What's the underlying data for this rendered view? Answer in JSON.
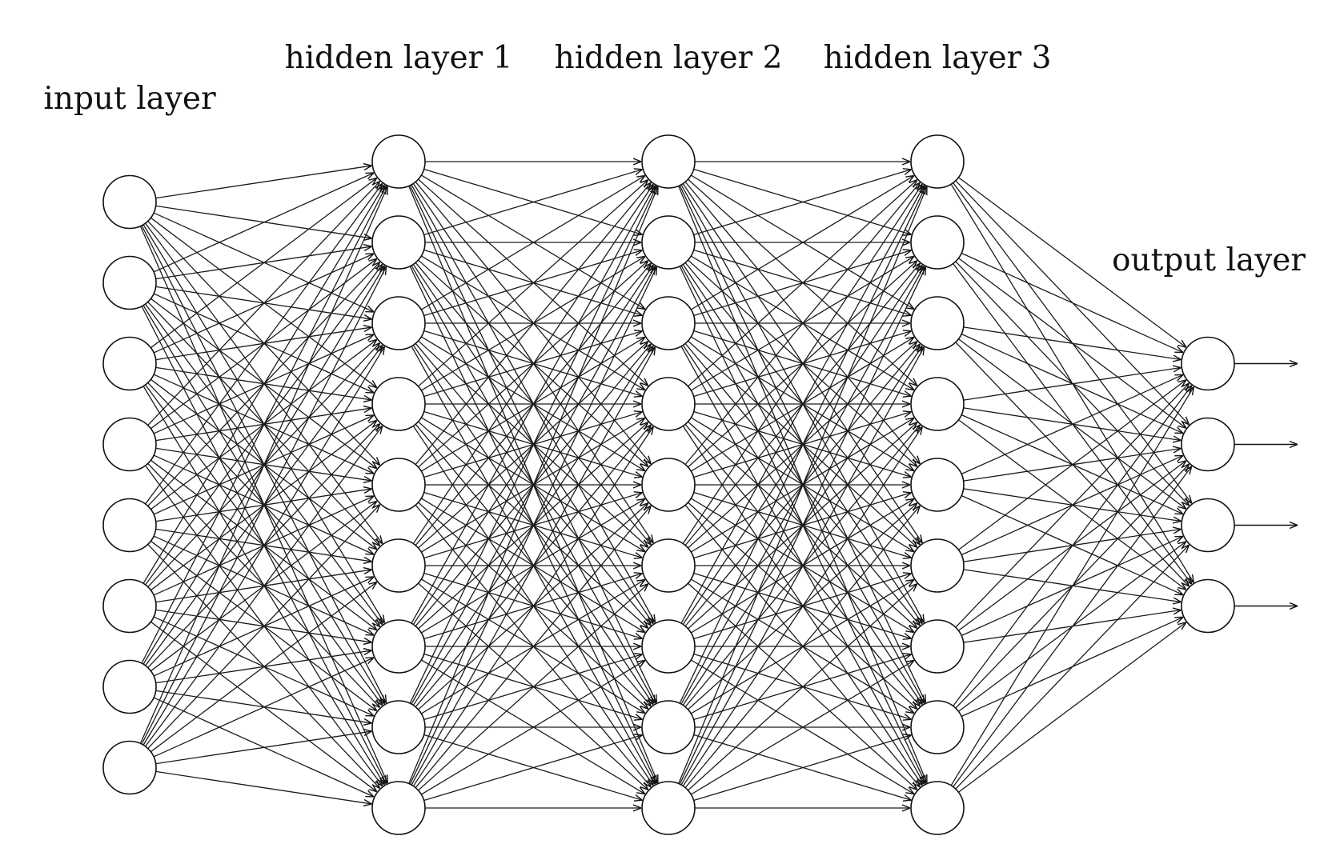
{
  "diagram": {
    "type": "feedforward-neural-network",
    "line_color": "#111111",
    "background": "#ffffff",
    "fully_connected": true,
    "output_arrows": true,
    "layers": [
      {
        "id": "input",
        "label": "input layer",
        "neurons": 8
      },
      {
        "id": "hidden1",
        "label": "hidden layer 1",
        "neurons": 9
      },
      {
        "id": "hidden2",
        "label": "hidden layer 2",
        "neurons": 9
      },
      {
        "id": "hidden3",
        "label": "hidden layer 3",
        "neurons": 9
      },
      {
        "id": "output",
        "label": "output layer",
        "neurons": 4
      }
    ]
  }
}
